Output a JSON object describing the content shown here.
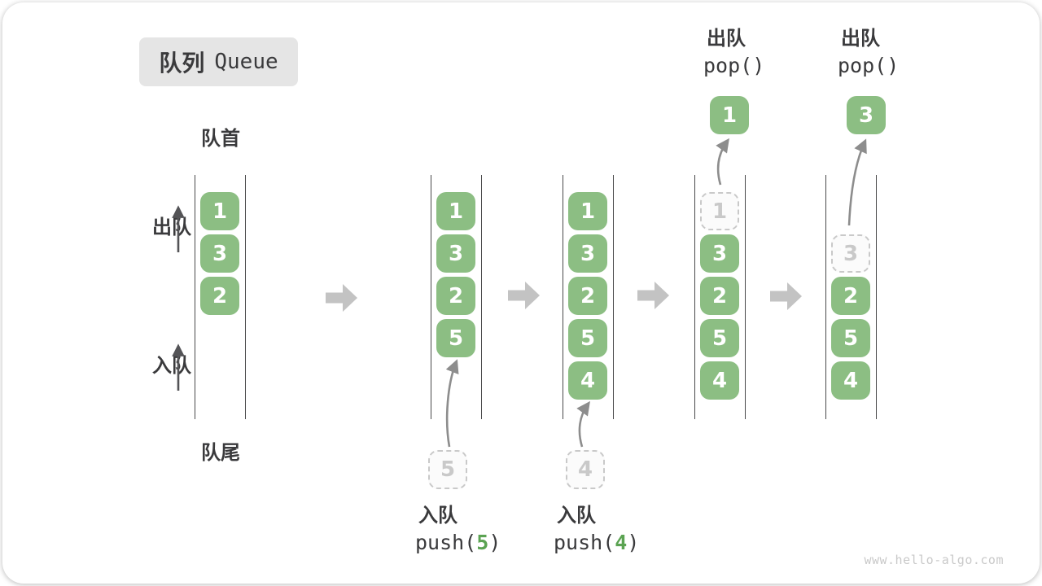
{
  "title": {
    "zh": "队列",
    "en": "Queue"
  },
  "labels": {
    "front": "队首",
    "rear": "队尾",
    "dequeue": "出队",
    "enqueue": "入队"
  },
  "watermark": "www.hello-algo.com",
  "colors": {
    "box_green": "#8cbe83",
    "arg_green": "#5ba352",
    "ghost_gray": "#c9c9c9",
    "flow_arrow_gray": "#c3c3c3",
    "rail_dark": "#4a4a4b",
    "text_dark": "#3a3a3c",
    "badge_bg": "#e5e5e5"
  },
  "states": [
    {
      "name": "initial",
      "cells": [
        {
          "v": "1"
        },
        {
          "v": "3"
        },
        {
          "v": "2"
        }
      ]
    },
    {
      "name": "after-push-5",
      "cells": [
        {
          "v": "1"
        },
        {
          "v": "3"
        },
        {
          "v": "2"
        },
        {
          "v": "5"
        }
      ],
      "incoming": "5",
      "op": {
        "label": "入队",
        "code_pre": "push(",
        "arg": "5",
        "code_post": ")"
      }
    },
    {
      "name": "after-push-4",
      "cells": [
        {
          "v": "1"
        },
        {
          "v": "3"
        },
        {
          "v": "2"
        },
        {
          "v": "5"
        },
        {
          "v": "4"
        }
      ],
      "incoming": "4",
      "op": {
        "label": "入队",
        "code_pre": "push(",
        "arg": "4",
        "code_post": ")"
      }
    },
    {
      "name": "pop-1",
      "cells": [
        {
          "v": "1",
          "ghost": true
        },
        {
          "v": "3"
        },
        {
          "v": "2"
        },
        {
          "v": "5"
        },
        {
          "v": "4"
        }
      ],
      "outgoing": "1",
      "op": {
        "label": "出队",
        "code": "pop()"
      }
    },
    {
      "name": "pop-3",
      "cells": [
        {
          "v": "3",
          "ghost": true
        },
        {
          "v": "2"
        },
        {
          "v": "5"
        },
        {
          "v": "4"
        }
      ],
      "outgoing": "3",
      "op": {
        "label": "出队",
        "code": "pop()"
      }
    }
  ]
}
